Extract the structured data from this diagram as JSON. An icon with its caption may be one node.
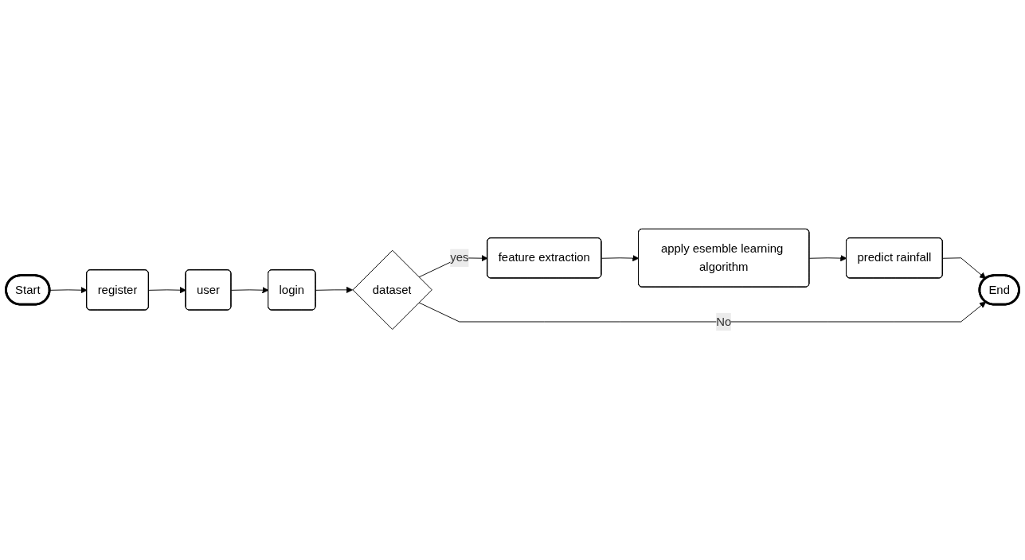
{
  "diagram": {
    "nodes": [
      {
        "text": [
          "Start"
        ]
      },
      {
        "text": [
          "register"
        ]
      },
      {
        "text": [
          "user"
        ]
      },
      {
        "text": [
          "login"
        ]
      },
      {
        "text": [
          "dataset"
        ]
      },
      {
        "text": [
          "feature extraction"
        ]
      },
      {
        "text": [
          "apply esemble learning algorithm"
        ]
      },
      {
        "text": [
          "predict rainfall"
        ]
      },
      {
        "text": [
          "End"
        ]
      }
    ],
    "edges": [
      {
        "from": 0,
        "to": 1,
        "arrow": "to"
      },
      {
        "from": 1,
        "to": 2,
        "arrow": "to"
      },
      {
        "from": 2,
        "to": 3,
        "arrow": "to"
      },
      {
        "from": 3,
        "to": 4,
        "arrow": "to"
      },
      {
        "from": 4,
        "to": 5,
        "arrow": "to",
        "label": "yes"
      },
      {
        "from": 5,
        "to": 6,
        "arrow": "to"
      },
      {
        "from": 6,
        "to": 7,
        "arrow": "to"
      },
      {
        "from": 7,
        "to": 8,
        "arrow": "to"
      },
      {
        "from": 4,
        "to": 8,
        "arrow": "to",
        "label": "No"
      }
    ]
  }
}
